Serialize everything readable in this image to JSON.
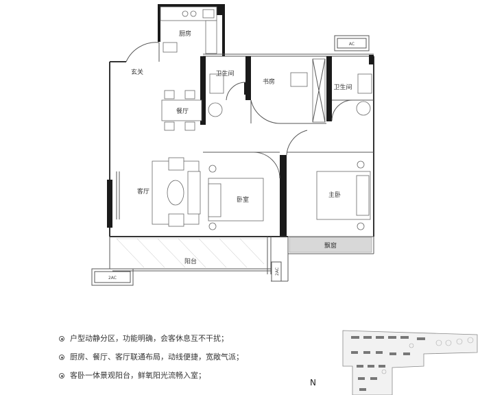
{
  "rooms": {
    "kitchen": "厨房",
    "entrance": "玄关",
    "bath_left": "卫生间",
    "study": "书房",
    "bath_right": "卫生间",
    "dining": "餐厅",
    "living": "客厅",
    "bedroom": "卧室",
    "master_bedroom": "主卧",
    "bay_window": "飘窗",
    "balcony": "阳台"
  },
  "ac_units": {
    "top_right": "AC",
    "bottom_left": "2AC",
    "bottom_vertical": "2AC"
  },
  "features": [
    "户型动静分区，功能明确，会客休息互不干扰；",
    "厨房、餐厅、客厅联通布局，动线便捷，宽敞气派；",
    "客卧一体景观阳台，鲜氧阳光流畅入室；"
  ],
  "compass_label": "N"
}
